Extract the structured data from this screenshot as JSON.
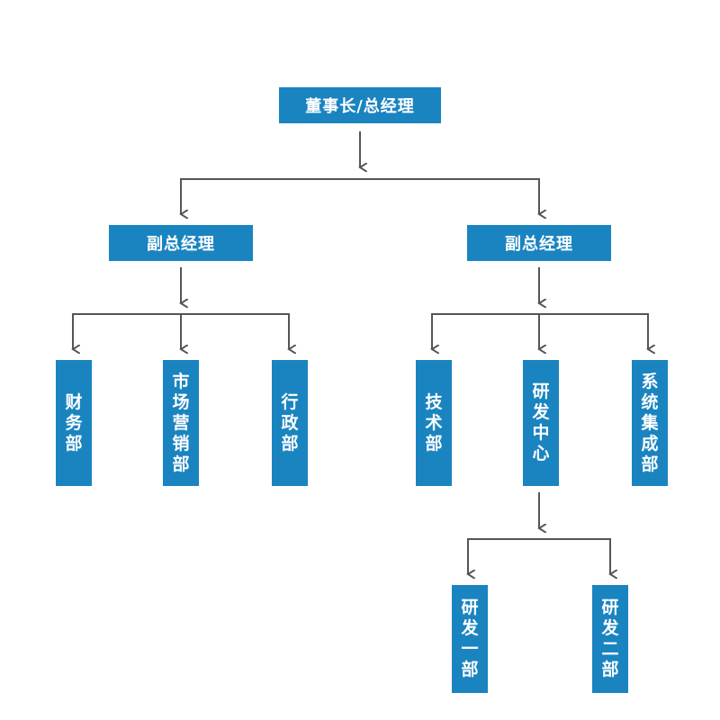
{
  "colors": {
    "box": "#1a84c0",
    "text": "#ffffff",
    "connector": "#555555"
  },
  "nodes": {
    "chairman": "董事长/总经理",
    "vp_left": "副总经理",
    "vp_right": "副总经理",
    "finance": "财\n务\n部",
    "marketing": "市\n场\n营\n销\n部",
    "admin": "行\n政\n部",
    "tech": "技\n术\n部",
    "rnd_center": "研\n发\n中\n心",
    "sys_integration": "系\n统\n集\n成\n部",
    "rnd_one": "研\n发\n一\n部",
    "rnd_two": "研\n发\n二\n部"
  }
}
